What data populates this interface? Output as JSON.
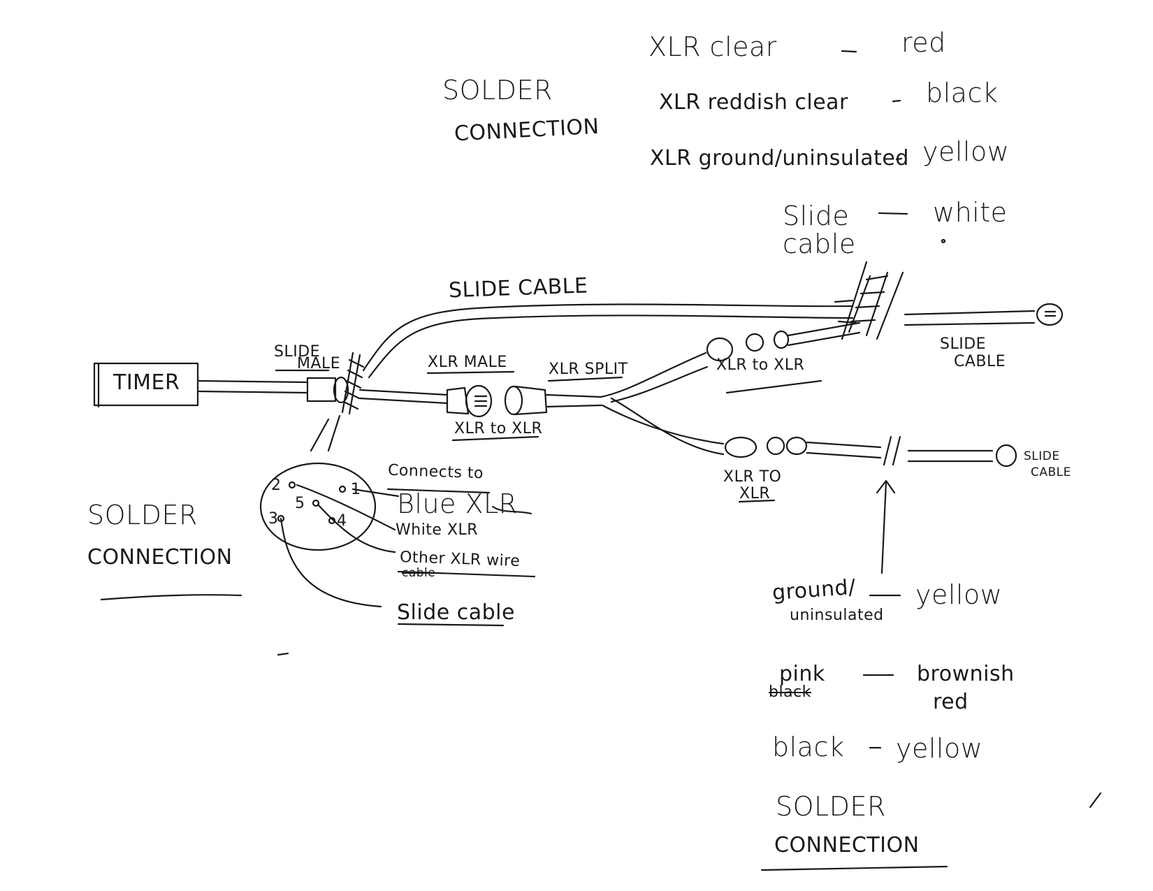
{
  "top_legend": {
    "rows": [
      {
        "left": "XLR clear",
        "dash": "-",
        "right": "red"
      },
      {
        "left": "XLR reddish clear",
        "dash": "-",
        "right": "black"
      },
      {
        "left": "XLR ground/uninsulated",
        "dash": "-",
        "right": "yellow"
      },
      {
        "left": "Slide cable",
        "dash": "—",
        "right": "white"
      }
    ]
  },
  "labels": {
    "solder_top": [
      "SOLDER",
      "CONNECTION"
    ],
    "solder_left": [
      "SOLDER",
      "CONNECTION"
    ],
    "solder_bottom": [
      "SOLDER",
      "CONNECTION"
    ],
    "timer": "TIMER",
    "slide_male": [
      "SLIDE",
      "MALE"
    ],
    "slide_cable_top": "SLIDE CABLE",
    "xlr_male": "XLR MALE",
    "xlr_to_xlr_left": "XLR to XLR",
    "xlr_split": "XLR SPLIT",
    "xlr_to_xlr_upper": "XLR to XLR",
    "xlr_to_xlr_lower": [
      "XLR TO",
      "XLR"
    ],
    "slide_cable_right": [
      "SLIDE",
      "CABLE"
    ],
    "slide_cable_far_right": [
      "SLIDE",
      "CABLE"
    ]
  },
  "pinout": {
    "pins": [
      "1",
      "2",
      "3",
      "4",
      "5"
    ],
    "connects_to": "Connects to",
    "blue": "Blue XLR",
    "white": "White XLR",
    "other": "Other XLR wire",
    "other_struck": "cable",
    "slide": "Slide cable"
  },
  "bottom_legend": {
    "ground_left": [
      "ground/",
      "uninsulated"
    ],
    "ground_dash": "—",
    "ground_right": "yellow",
    "pink_left": "pink",
    "pink_struck": "black",
    "pink_dash": "—",
    "pink_right": [
      "brownish",
      "red"
    ],
    "black_left": "black",
    "black_dash": "-",
    "black_right": "yellow"
  }
}
